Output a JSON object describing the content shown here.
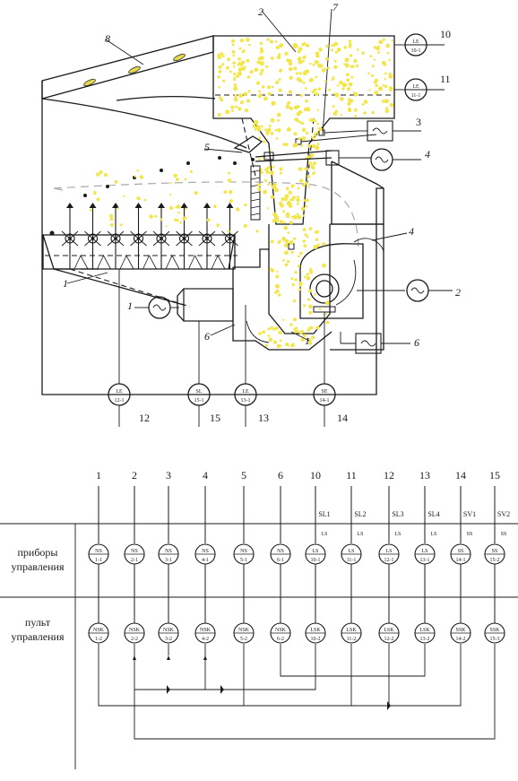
{
  "diagram": {
    "callouts": {
      "n8": "8",
      "n2": "2",
      "n7": "7",
      "n10": "10",
      "n11": "11",
      "n3": "3",
      "n5": "5",
      "n4a": "4",
      "n4b": "4",
      "n1a": "1",
      "n1b": "1",
      "n2b": "2",
      "n6a": "6",
      "n6b": "6",
      "n1c": "1"
    },
    "le_top": {
      "le10_a": "LE",
      "le10_b": "10-1",
      "le11_a": "LE",
      "le11_b": "11-1"
    },
    "bottom_instruments": [
      {
        "a": "LE",
        "b": "12-1",
        "num": "12"
      },
      {
        "a": "SL",
        "b": "15-1",
        "num": "15"
      },
      {
        "a": "LE",
        "b": "13-1",
        "num": "13"
      },
      {
        "a": "SE",
        "b": "14-1",
        "num": "14"
      }
    ]
  },
  "schematic": {
    "columns": [
      "1",
      "2",
      "3",
      "4",
      "5",
      "6",
      "10",
      "11",
      "12",
      "13",
      "14",
      "15"
    ],
    "signals": [
      "SL1",
      "SL2",
      "SL3",
      "SL4",
      "SV1",
      "SV2"
    ],
    "sub_signals": [
      "LS",
      "LS",
      "LS",
      "LS",
      "SS",
      "SS"
    ],
    "row_instruments_label": [
      "приборы",
      "управления"
    ],
    "row_panel_label": [
      "пульт",
      "управления"
    ],
    "instrument_bubbles": [
      [
        "NS",
        "1-1"
      ],
      [
        "NS",
        "2-1"
      ],
      [
        "NS",
        "3-1"
      ],
      [
        "NS",
        "4-1"
      ],
      [
        "NS",
        "5-1"
      ],
      [
        "NS",
        "6-1"
      ],
      [
        "LS",
        "10-1"
      ],
      [
        "LS",
        "11-1"
      ],
      [
        "LS",
        "12-1"
      ],
      [
        "LS",
        "13-1"
      ],
      [
        "SS",
        "14-1"
      ],
      [
        "SS",
        "15-2"
      ]
    ],
    "panel_bubbles": [
      [
        "NSK",
        "1-2"
      ],
      [
        "NSK",
        "2-2"
      ],
      [
        "NSK",
        "3-2"
      ],
      [
        "NSK",
        "4-2"
      ],
      [
        "NSK",
        "5-2"
      ],
      [
        "NSK",
        "6-2"
      ],
      [
        "LSK",
        "10-2"
      ],
      [
        "LSK",
        "11-2"
      ],
      [
        "LSK",
        "12-2"
      ],
      [
        "LSK",
        "13-2"
      ],
      [
        "SSK",
        "14-2"
      ],
      [
        "SSK",
        "15-3"
      ]
    ]
  }
}
